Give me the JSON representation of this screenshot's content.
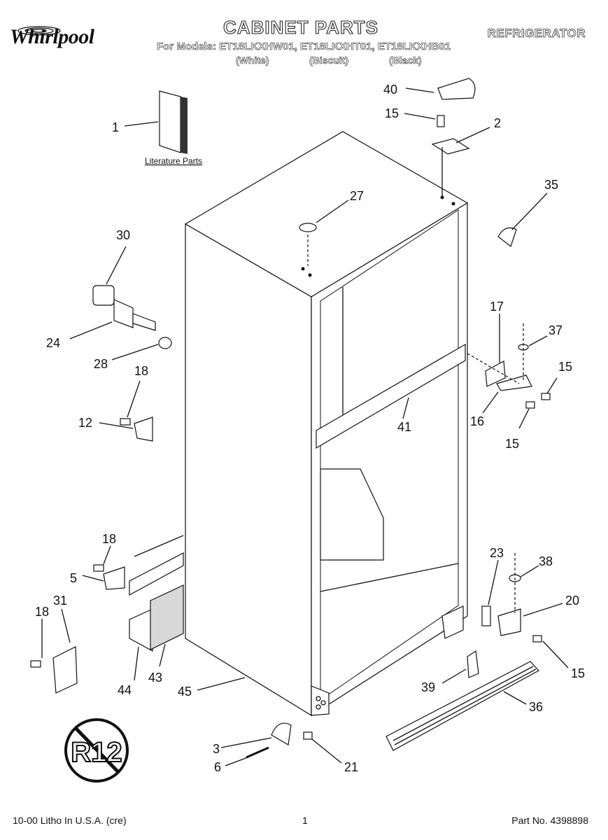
{
  "header": {
    "brand": "Whirlpool",
    "title": "CABINET PARTS",
    "category": "REFRIGERATOR",
    "models_line": "For Models: ET18LKXHW01, ET18LKXHT01, ET18LKXHB01",
    "variants": [
      "(White)",
      "(Biscuit)",
      "(Black)"
    ]
  },
  "literature_label": "Literature Parts",
  "badge_text": "R12",
  "callouts": {
    "c1": "1",
    "c2": "2",
    "c3": "3",
    "c5": "5",
    "c6": "6",
    "c12": "12",
    "c15a": "15",
    "c15b": "15",
    "c15c": "15",
    "c15d": "15",
    "c16": "16",
    "c17": "17",
    "c18a": "18",
    "c18b": "18",
    "c18c": "18",
    "c20": "20",
    "c21": "21",
    "c23": "23",
    "c24": "24",
    "c27": "27",
    "c28": "28",
    "c30": "30",
    "c31": "31",
    "c35": "35",
    "c36": "36",
    "c37": "37",
    "c38": "38",
    "c39": "39",
    "c40": "40",
    "c41": "41",
    "c43": "43",
    "c44": "44",
    "c45": "45"
  },
  "footer": {
    "left": "10-00 Litho In U.S.A. (cre)",
    "page": "1",
    "part_no": "Part No. 4398898"
  }
}
